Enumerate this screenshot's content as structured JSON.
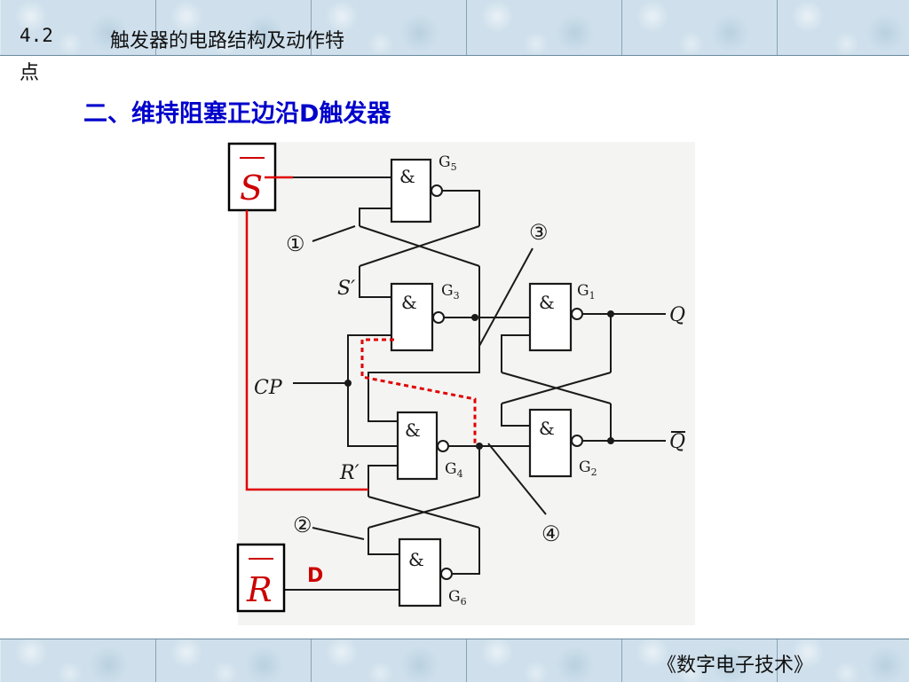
{
  "header": {
    "section_number": "4.2",
    "section_title": "触发器的电路结构及动作特",
    "section_title_wrap": "点"
  },
  "slide": {
    "heading": "二、维持阻塞正边沿D触发器"
  },
  "circuit": {
    "gate_symbol": "&",
    "gates": {
      "g1": {
        "name": "G",
        "sub": "1"
      },
      "g2": {
        "name": "G",
        "sub": "2"
      },
      "g3": {
        "name": "G",
        "sub": "3"
      },
      "g4": {
        "name": "G",
        "sub": "4"
      },
      "g5": {
        "name": "G",
        "sub": "5"
      },
      "g6": {
        "name": "G",
        "sub": "6"
      }
    },
    "signals": {
      "s_prime": "S′",
      "r_prime": "R′",
      "cp": "CP",
      "q": "Q",
      "q_bar": "Q",
      "d": "D"
    },
    "set_input": "S",
    "reset_input": "R",
    "markers": [
      "①",
      "②",
      "③",
      "④"
    ]
  },
  "footer": {
    "book_title": "《数字电子技术》"
  },
  "colors": {
    "heading": "#0000cc",
    "highlight": "#cc0000",
    "bar": "#cfe0ec"
  }
}
